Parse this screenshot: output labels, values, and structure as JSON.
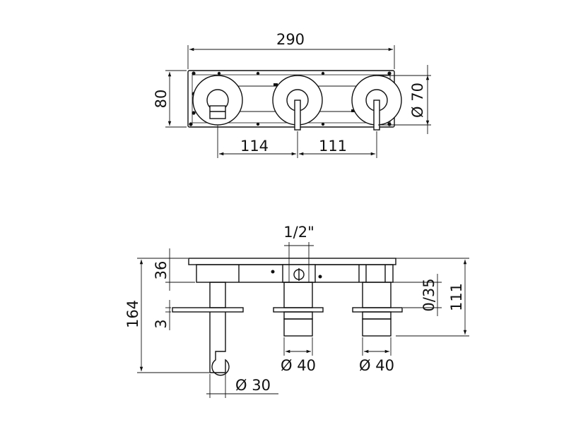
{
  "drawing": {
    "top_view": {
      "width_label": "290",
      "height_label": "80",
      "diameter_label": "Ø 70",
      "spacing_left_label": "114",
      "spacing_right_label": "111"
    },
    "side_view": {
      "thread_label": "1/2\"",
      "depth_label": "36",
      "total_depth_label": "164",
      "flange_label": "3",
      "adjust_label": "0/35",
      "projection_label": "111",
      "diameter_left_label": "Ø 30",
      "diameter_mid_label": "Ø 40",
      "diameter_right_label": "Ø 40"
    }
  }
}
